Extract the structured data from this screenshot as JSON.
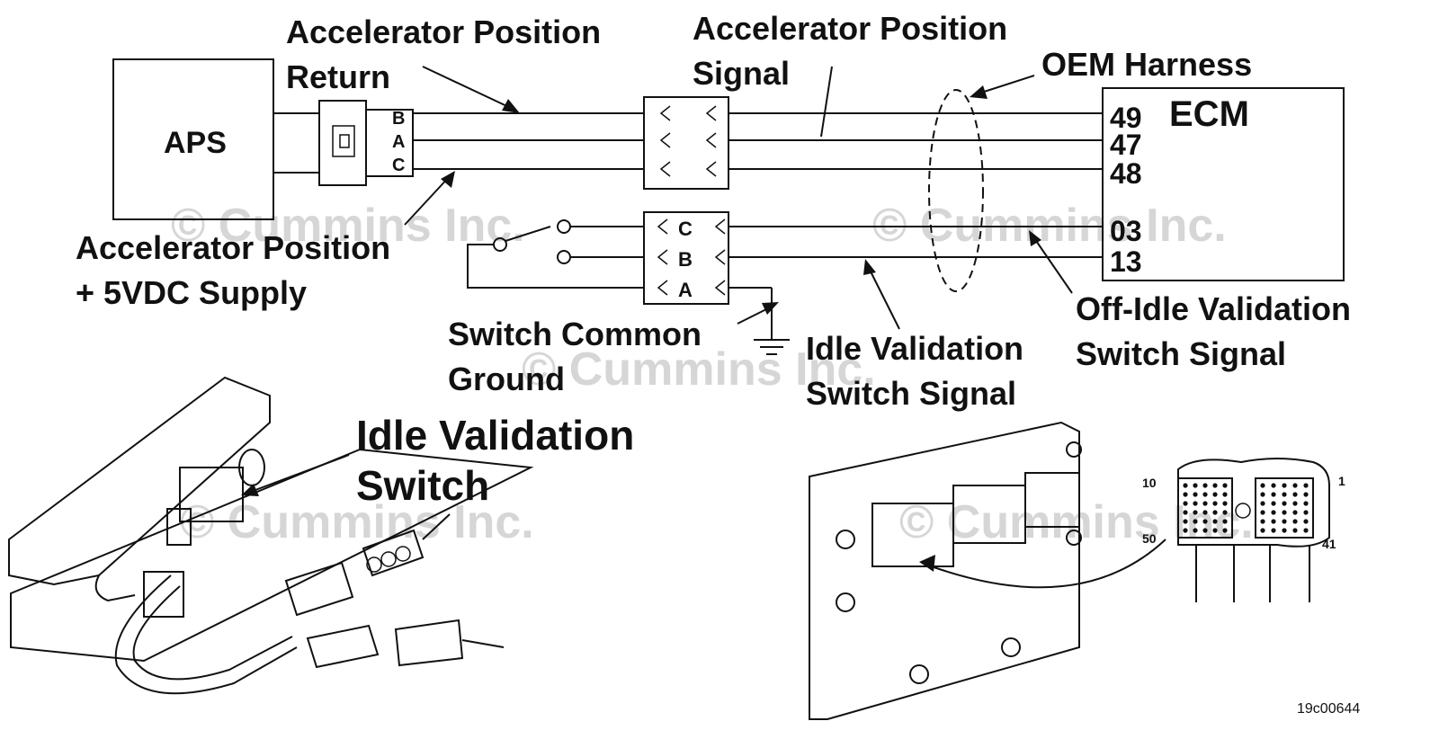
{
  "watermark": "© Cummins Inc.",
  "figure_id": "19c00644",
  "labels": {
    "aps": "APS",
    "ecm": "ECM",
    "accel_return_1": "Accelerator Position",
    "accel_return_2": "Return",
    "accel_signal_1": "Accelerator Position",
    "accel_signal_2": "Signal",
    "oem_harness": "OEM Harness",
    "accel_supply_1": "Accelerator Position",
    "accel_supply_2": "+ 5VDC Supply",
    "switch_common_1": "Switch Common",
    "switch_common_2": "Ground",
    "idle_val_signal_1": "Idle Validation",
    "idle_val_signal_2": "Switch Signal",
    "off_idle_1": "Off-Idle Validation",
    "off_idle_2": "Switch Signal",
    "idle_switch_1": "Idle Validation",
    "idle_switch_2": "Switch"
  },
  "aps_connector_pins": [
    "B",
    "A",
    "C"
  ],
  "switch_connector_pins": [
    "C",
    "B",
    "A"
  ],
  "ecm_pins": [
    "49",
    "47",
    "48",
    "03",
    "13"
  ],
  "ecm_connector_pins": {
    "top_left": "10",
    "top_right": "1",
    "bottom_left": "50",
    "bottom_right": "41"
  },
  "colors": {
    "ink": "#111111",
    "watermark": "#d6d6d6",
    "background": "#ffffff"
  }
}
